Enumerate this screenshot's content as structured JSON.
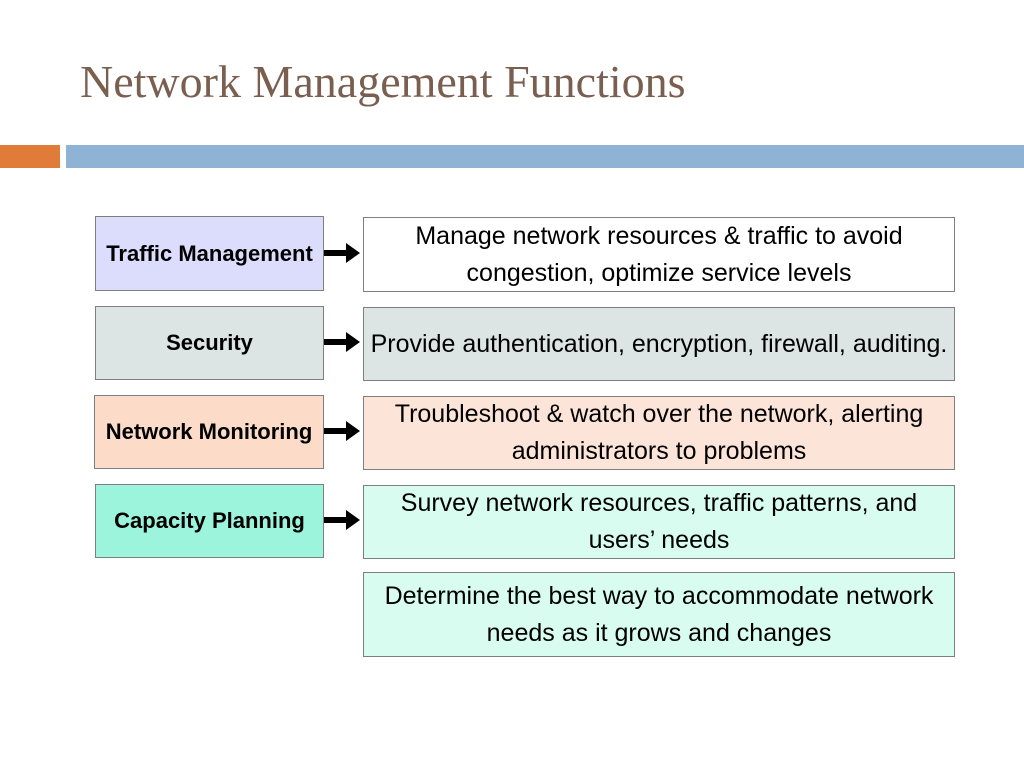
{
  "slide": {
    "title": "Network Management Functions"
  },
  "colors": {
    "title_text": "#7a5f50",
    "accent_orange": "#e07b39",
    "accent_blue": "#8fb3d5"
  },
  "rows": [
    {
      "label": "Traffic Management",
      "description": "Manage network resources & traffic to avoid congestion, optimize service levels",
      "label_fill": "#dcdcfc",
      "desc_fill": "#ffffff"
    },
    {
      "label": "Security",
      "description": "Provide authentication, encryption, firewall, auditing.",
      "label_fill": "#dde4e4",
      "desc_fill": "#dde4e4"
    },
    {
      "label": "Network Monitoring",
      "description": "Troubleshoot & watch over the network, alerting administrators to problems",
      "label_fill": "#fcdcc8",
      "desc_fill": "#fde4d8"
    },
    {
      "label": "Capacity Planning",
      "description": "Survey network resources, traffic patterns, and users’ needs",
      "label_fill": "#9cf4dc",
      "desc_fill": "#d8fcf0"
    }
  ],
  "extra": {
    "description": "Determine the best way to accommodate network needs as it grows and changes",
    "fill": "#d8fcf0"
  },
  "icons": {
    "connector": "right-arrow-icon"
  }
}
